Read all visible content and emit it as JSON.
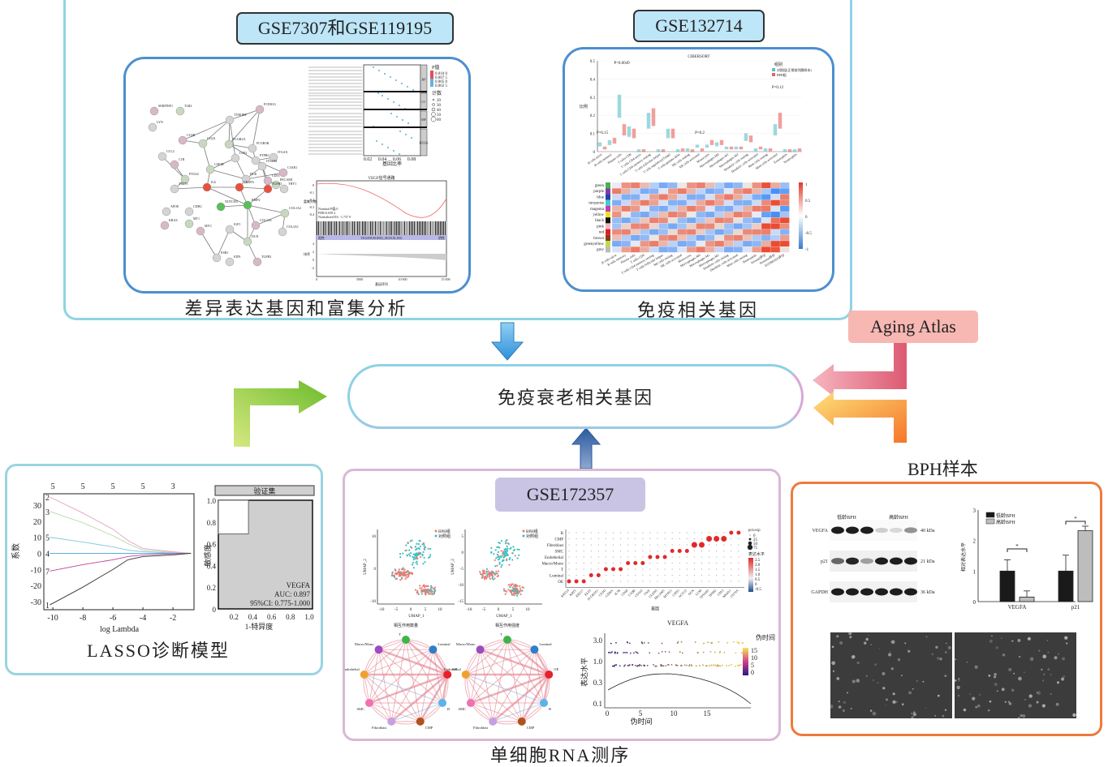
{
  "top_panel": {
    "left_tag": "GSE7307和GSE119195",
    "right_tag": "GSE132714",
    "left_caption": "差异表达基因和富集分析",
    "right_caption": "免疫相关基因",
    "ppi_genes": [
      "SERPINF1",
      "TLR2",
      "LYN",
      "TYROBP",
      "FCER1G",
      "FCGR2A",
      "FCGR3B",
      "PTPRC",
      "C1QB",
      "C1QA",
      "LCP2",
      "ITGAX",
      "C3AR1",
      "CSF1R",
      "HCK",
      "ITGAM",
      "CD53",
      "PECAM1",
      "THY1",
      "CCL2",
      "C1R",
      "PTGS2",
      "TIMP1",
      "IL6",
      "VEGFA",
      "TGFB3",
      "APOE",
      "CDH2",
      "KRAS",
      "MT1",
      "NOTCH3",
      "BMP2",
      "COL1A1",
      "COL1A2",
      "COL3A1",
      "IGF1",
      "MYC",
      "DCN",
      "ESR1",
      "EDN",
      "TGFB3"
    ],
    "go_panel": {
      "facets": [
        "BP",
        "CC",
        "MF",
        "KEGG"
      ],
      "xlabel": "基因比率",
      "x_ticks": [
        "0.02",
        "0.04",
        "0.06",
        "0.08"
      ],
      "p_legend_title": "P值",
      "p_legend": [
        "0.010 0",
        "0.007 5",
        "0.005 0",
        "0.002 5"
      ],
      "count_legend_title": "计数",
      "count_legend": [
        "20",
        "30",
        "40",
        "50",
        "60"
      ]
    },
    "gsea": {
      "title": "VEGF信号通路",
      "ylabel": "富集分数",
      "y_ticks": [
        "0",
        "-0.1",
        "-0.2",
        "-0.3",
        "-0.4"
      ],
      "stats": [
        "Nominal P值:0",
        "FDR:0.039 4",
        "Normalized ES: -1.737 9"
      ],
      "bar_left": "阳性",
      "bar_center": "VEGFAVEGFR2_SIGNALING",
      "bar_right": "阴性",
      "lower_ylabel": "排序",
      "lower_y_ticks": [
        "4",
        "2",
        "0",
        "-2"
      ],
      "x_ticks": [
        "0",
        "5000",
        "10 000",
        "15 000"
      ],
      "xlabel": "基因序列"
    },
    "cibersort": {
      "title": "CIBERSORT",
      "ylabel": "比例",
      "y_ticks": [
        "0",
        "0.1",
        "0.2",
        "0.3",
        "0.4",
        "0.5"
      ],
      "legend_title": "组别",
      "legend": [
        {
          "label": "对照组(正常前列腺样本)",
          "color": "#5bc0c9"
        },
        {
          "label": "BPH组",
          "color": "#e8605a"
        }
      ],
      "annotations": [
        "P=0.15",
        "P=0.0049",
        "P=0.2",
        "P=0.12"
      ],
      "cells": [
        "B cells naive",
        "B cells memory",
        "Plasma cells",
        "T cells CD8",
        "T cells CD4 naive",
        "T cells CD4 memory resting",
        "T cells follicular helper",
        "T cells regulatory(Tregs)",
        "T cells gamma delta",
        "NK cells resting",
        "NK cells activated",
        "Monocytes",
        "Macrophages M0",
        "Macrophages M1",
        "Macrophages M2",
        "Dendritic cells resting",
        "Dendritic cells activated",
        "Mast cells resting",
        "Mast cells activated",
        "Eosinophils",
        "Neutrophils"
      ]
    },
    "heatmap": {
      "modules": [
        "green",
        "purple",
        "blue",
        "turquoise",
        "magenta",
        "yellow",
        "black",
        "pink",
        "red",
        "brown",
        "greenyellow",
        "grey"
      ],
      "module_colors": [
        "#4caf50",
        "#7b3fa0",
        "#2c3fb0",
        "#40d0c8",
        "#c040b0",
        "#f0e020",
        "#111111",
        "#f4b6c4",
        "#e02020",
        "#8b3a1a",
        "#b8e04a",
        "#bbbbbb"
      ],
      "scale": [
        "1",
        "0.5",
        "0",
        "-0.5",
        "-1"
      ],
      "columns": [
        "B cells naive",
        "B cells memory",
        "Plasma cells",
        "T cells CD8",
        "T cells CD4 memory resting",
        "T cells follicular helper",
        "NK cells resting",
        "NK cells activated",
        "Monocytes",
        "Macrophages M0",
        "Macrophages M1",
        "Macrophages M2",
        "Dendritic cells resting",
        "Dendritic cells activated",
        "Mast cells resting",
        "Neutrophils",
        "Stromal评分",
        "Immune评分",
        "ESTIMATE评分"
      ]
    }
  },
  "center": {
    "label": "免疫衰老相关基因",
    "aging_atlas": "Aging Atlas",
    "bph_label": "BPH样本"
  },
  "lasso": {
    "caption": "LASSO诊断模型",
    "path_plot": {
      "xlabel": "log Lambda",
      "ylabel": "系数",
      "top_ticks": [
        "5",
        "5",
        "5",
        "5",
        "3"
      ],
      "x_ticks": [
        "-10",
        "-8",
        "-6",
        "-4",
        "-2"
      ],
      "y_ticks": [
        "30",
        "20",
        "10",
        "0",
        "-10",
        "-20",
        "-30"
      ],
      "line_labels": [
        "2",
        "3",
        "5",
        "4",
        "7",
        "1"
      ]
    },
    "roc": {
      "header": "验证集",
      "ylabel": "敏感度",
      "xlabel": "1-特异度",
      "y_ticks": [
        "1.0",
        "0.8",
        "0.6",
        "0.4",
        "0.2",
        "0"
      ],
      "x_ticks": [
        "0.2",
        "0.4",
        "0.6",
        "0.8",
        "1.0"
      ],
      "gene": "VEGFA",
      "auc": "AUC: 0.897",
      "ci": "95%CI: 0.775-1.000"
    }
  },
  "single_cell": {
    "tag": "GSE172357",
    "caption": "单细胞RNA测序",
    "umap": {
      "xlabel": "UMAP_1",
      "ylabel": "UMAP_2",
      "legend": [
        {
          "label": "BPH组",
          "color": "#f07a70"
        },
        {
          "label": "对照组",
          "color": "#3cc0c0"
        }
      ],
      "left_x_ticks": [
        "-10",
        "-5",
        "0",
        "5",
        "10"
      ],
      "left_y_ticks": [
        "10",
        "0",
        "-10"
      ],
      "right_x_ticks": [
        "-10",
        "-5",
        "0",
        "5",
        "10"
      ],
      "right_y_ticks": [
        "5",
        "0",
        "-5",
        "-10",
        "-15"
      ]
    },
    "dotplot": {
      "cell_types": [
        "B",
        "CMP",
        "Fibroblast",
        "SMC",
        "Endothelial",
        "Macro/Mono",
        "T",
        "Luminal",
        "OE"
      ],
      "genes": [
        "KRT14",
        "KRT5",
        "KRT17",
        "ELF3",
        "SCGB3A1",
        "CD3D",
        "GZMA",
        "IL7R",
        "CD68",
        "C1QB",
        "CD163",
        "VWF",
        "CLDN5",
        "PECAM1",
        "MYH11",
        "CNN1",
        "ACTG2",
        "DCN",
        "LUM",
        "TPSAB1",
        "TPSB2",
        "CPA3",
        "MS4A1",
        "CD79A"
      ],
      "xlabel": "基因",
      "size_legend_title": "pct.exp",
      "size_legend": [
        "0",
        "25",
        "50",
        "75"
      ],
      "color_legend_title": "表达水平",
      "color_legend": [
        "2.5",
        "2.0",
        "1.5",
        "1.0",
        "0.5",
        "0",
        "-0.5"
      ]
    },
    "networks": [
      {
        "title": "相互作用数量"
      },
      {
        "title": "相互作用强度"
      }
    ],
    "network_nodes": [
      {
        "label": "T",
        "color": "#3cb44b"
      },
      {
        "label": "Luminal",
        "color": "#2f7fc8"
      },
      {
        "label": "OE",
        "color": "#e8202a"
      },
      {
        "label": "B",
        "color": "#5ab4ea"
      },
      {
        "label": "CMP",
        "color": "#b0521e"
      },
      {
        "label": "Fibroblast",
        "color": "#c8a0e0"
      },
      {
        "label": "SMC",
        "color": "#f070b0"
      },
      {
        "label": "Endothelial",
        "color": "#f0a030"
      },
      {
        "label": "Macro/Mono",
        "color": "#9a4cc0"
      }
    ],
    "pseudotime": {
      "title": "VEGFA",
      "xlabel": "伪时间",
      "ylabel": "表达水平",
      "x_ticks": [
        "0",
        "5",
        "10",
        "15"
      ],
      "y_ticks": [
        "3.0",
        "1.0",
        "0.3",
        "0.1"
      ],
      "legend_title": "伪时间",
      "legend_ticks": [
        "15",
        "10",
        "5",
        "0"
      ]
    }
  },
  "bph": {
    "western": {
      "groups": [
        "低龄BPH",
        "高龄BPH"
      ],
      "proteins": [
        {
          "name": "VEGFA",
          "size": "40 kDa"
        },
        {
          "name": "p21",
          "size": "21 kDa"
        },
        {
          "name": "GAPDH",
          "size": "36 kDa"
        }
      ]
    },
    "bar_chart": {
      "ylabel": "相对表达水平",
      "y_ticks": [
        "3",
        "2",
        "1",
        "0"
      ],
      "categories": [
        "VEGFA",
        "p21"
      ],
      "series": [
        {
          "name": "低龄BPH",
          "color": "#1a1a1a",
          "values": [
            1.0,
            1.0
          ],
          "errors": [
            0.37,
            0.52
          ]
        },
        {
          "name": "高龄BPH",
          "color": "#bdbdbd",
          "values": [
            0.15,
            2.32
          ],
          "errors": [
            0.2,
            0.15
          ]
        }
      ],
      "significance": [
        "*",
        "*"
      ],
      "ylim": [
        0,
        3
      ]
    }
  },
  "chart_data": [
    {
      "type": "bar",
      "title": "",
      "categories": [
        "VEGFA",
        "p21"
      ],
      "series": [
        {
          "name": "低龄BPH",
          "values": [
            1.0,
            1.0
          ]
        },
        {
          "name": "高龄BPH",
          "values": [
            0.15,
            2.32
          ]
        }
      ],
      "xlabel": "",
      "ylabel": "相对表达水平",
      "ylim": [
        0,
        3
      ]
    },
    {
      "type": "line",
      "title": "",
      "xlabel": "1-特异度",
      "ylabel": "敏感度",
      "x": [
        0,
        0,
        0.32,
        0.32,
        1.0
      ],
      "series": [
        {
          "name": "VEGFA",
          "values": [
            0,
            0.69,
            0.69,
            1.0,
            1.0
          ]
        }
      ],
      "ylim": [
        0,
        1
      ],
      "annotations": [
        "AUC: 0.897",
        "95%CI: 0.775-1.000"
      ]
    },
    {
      "type": "line",
      "title": "",
      "xlabel": "log Lambda",
      "ylabel": "系数",
      "x": [
        -10.2,
        -8,
        -6,
        -5,
        -4,
        -2,
        -0.8
      ],
      "series": [
        {
          "name": "2",
          "values": [
            35,
            25,
            15,
            8,
            3,
            1,
            0
          ]
        },
        {
          "name": "3",
          "values": [
            26,
            19,
            11,
            6,
            2,
            0.5,
            0
          ]
        },
        {
          "name": "5",
          "values": [
            10,
            7,
            4,
            2,
            1,
            0.2,
            0
          ]
        },
        {
          "name": "4",
          "values": [
            0,
            0,
            0,
            0,
            0,
            0,
            0
          ]
        },
        {
          "name": "7",
          "values": [
            -11,
            -7,
            -4,
            -2,
            -1,
            -0.3,
            0
          ]
        },
        {
          "name": "1",
          "values": [
            -32,
            -21,
            -10,
            -4,
            -2,
            -1,
            0
          ]
        }
      ],
      "ylim": [
        -35,
        37
      ]
    }
  ]
}
